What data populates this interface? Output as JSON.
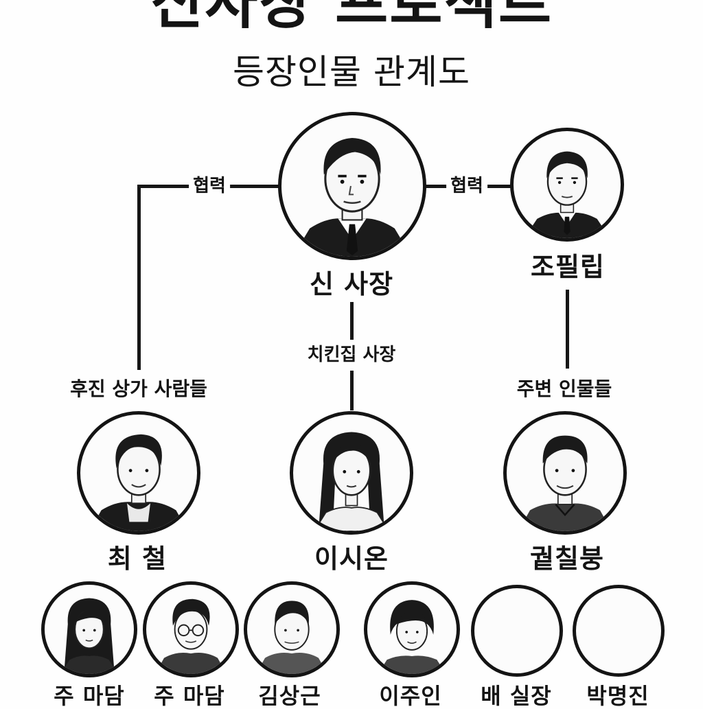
{
  "title": "신사장 프로젝트",
  "subtitle": "등장인물 관계도",
  "relations": {
    "left_cooperation": "협력",
    "right_cooperation": "협력",
    "center_relation": "치킨집 사장"
  },
  "groups": {
    "left": "후진 상가 사람들",
    "right": "주변 인물들"
  },
  "characters": {
    "main": "신 사장",
    "right": "조필립",
    "left_mid": "최 철",
    "center_mid": "이시온",
    "right_mid": "궡칠붕"
  },
  "bottom_row": [
    {
      "name": "주 마담",
      "icon": "woman-portrait-icon"
    },
    {
      "name": "주 마담",
      "icon": "man-glasses-portrait-icon"
    },
    {
      "name": "김상근",
      "icon": "man-portrait-icon"
    },
    {
      "name": "이주인",
      "icon": "woman-short-hair-portrait-icon"
    },
    {
      "name": "배 실장",
      "icon": "empty-portrait-icon"
    },
    {
      "name": "박명진",
      "icon": "empty-portrait-icon"
    }
  ]
}
